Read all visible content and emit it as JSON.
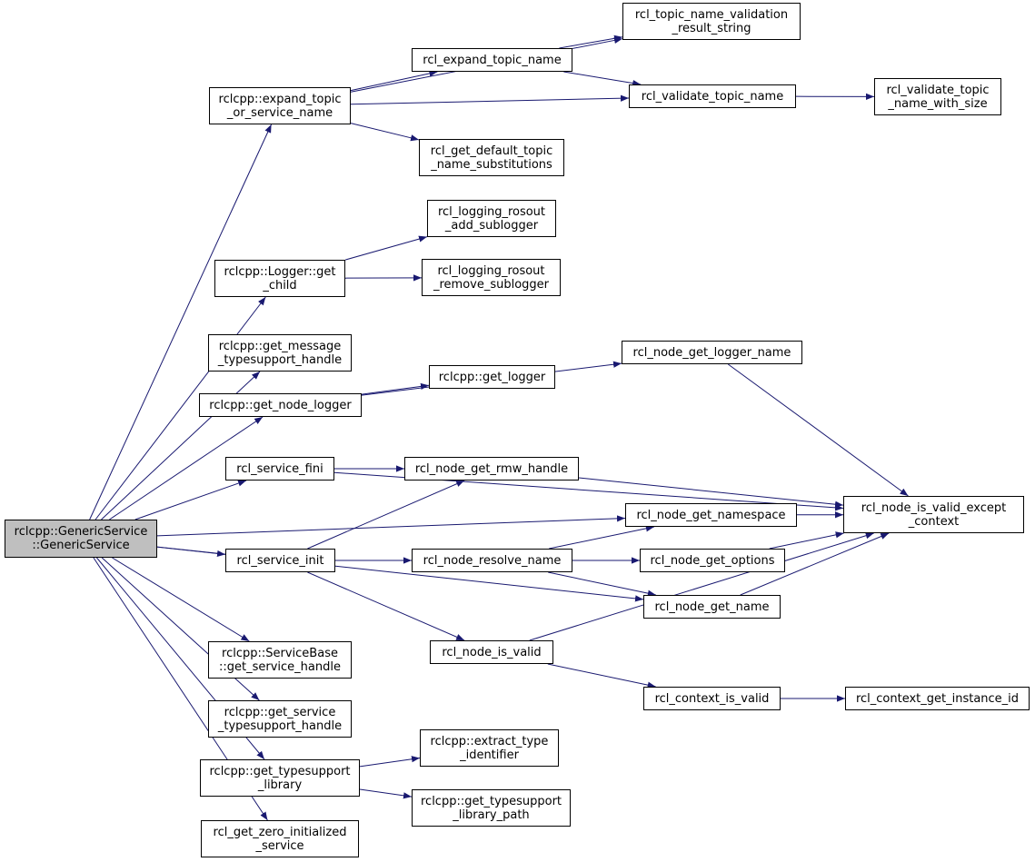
{
  "nodes": [
    {
      "id": "root",
      "lines": [
        "rclcpp::GenericService",
        "::GenericService"
      ],
      "root": true
    },
    {
      "id": "expand_topic_or_service_name",
      "lines": [
        "rclcpp::expand_topic",
        "_or_service_name"
      ]
    },
    {
      "id": "rcl_expand_topic_name",
      "lines": [
        "rcl_expand_topic_name"
      ]
    },
    {
      "id": "rcl_topic_name_validation_result_string",
      "lines": [
        "rcl_topic_name_validation",
        "_result_string"
      ]
    },
    {
      "id": "rcl_validate_topic_name",
      "lines": [
        "rcl_validate_topic_name"
      ]
    },
    {
      "id": "rcl_validate_topic_name_with_size",
      "lines": [
        "rcl_validate_topic",
        "_name_with_size"
      ]
    },
    {
      "id": "rcl_get_default_topic_name_substitutions",
      "lines": [
        "rcl_get_default_topic",
        "_name_substitutions"
      ]
    },
    {
      "id": "logger_get_child",
      "lines": [
        "rclcpp::Logger::get",
        "_child"
      ]
    },
    {
      "id": "rcl_logging_rosout_add_sublogger",
      "lines": [
        "rcl_logging_rosout",
        "_add_sublogger"
      ]
    },
    {
      "id": "rcl_logging_rosout_remove_sublogger",
      "lines": [
        "rcl_logging_rosout",
        "_remove_sublogger"
      ]
    },
    {
      "id": "get_message_typesupport_handle",
      "lines": [
        "rclcpp::get_message",
        "_typesupport_handle"
      ]
    },
    {
      "id": "get_node_logger",
      "lines": [
        "rclcpp::get_node_logger"
      ]
    },
    {
      "id": "rcl_node_get_logger_name",
      "lines": [
        "rcl_node_get_logger_name"
      ]
    },
    {
      "id": "get_logger",
      "lines": [
        "rclcpp::get_logger"
      ]
    },
    {
      "id": "rcl_service_fini",
      "lines": [
        "rcl_service_fini"
      ]
    },
    {
      "id": "rcl_node_get_rmw_handle",
      "lines": [
        "rcl_node_get_rmw_handle"
      ]
    },
    {
      "id": "rcl_node_is_valid_except_context",
      "lines": [
        "rcl_node_is_valid_except",
        "_context"
      ]
    },
    {
      "id": "rcl_node_get_namespace",
      "lines": [
        "rcl_node_get_namespace"
      ]
    },
    {
      "id": "rcl_service_init",
      "lines": [
        "rcl_service_init"
      ]
    },
    {
      "id": "rcl_node_resolve_name",
      "lines": [
        "rcl_node_resolve_name"
      ]
    },
    {
      "id": "rcl_node_get_options",
      "lines": [
        "rcl_node_get_options"
      ]
    },
    {
      "id": "rcl_node_get_name",
      "lines": [
        "rcl_node_get_name"
      ]
    },
    {
      "id": "rcl_node_is_valid",
      "lines": [
        "rcl_node_is_valid"
      ]
    },
    {
      "id": "rcl_context_is_valid",
      "lines": [
        "rcl_context_is_valid"
      ]
    },
    {
      "id": "rcl_context_get_instance_id",
      "lines": [
        "rcl_context_get_instance_id"
      ]
    },
    {
      "id": "service_base_get_service_handle",
      "lines": [
        "rclcpp::ServiceBase",
        "::get_service_handle"
      ]
    },
    {
      "id": "get_service_typesupport_handle",
      "lines": [
        "rclcpp::get_service",
        "_typesupport_handle"
      ]
    },
    {
      "id": "get_typesupport_library",
      "lines": [
        "rclcpp::get_typesupport",
        "_library"
      ]
    },
    {
      "id": "extract_type_identifier",
      "lines": [
        "rclcpp::extract_type",
        "_identifier"
      ]
    },
    {
      "id": "get_typesupport_library_path",
      "lines": [
        "rclcpp::get_typesupport",
        "_library_path"
      ]
    },
    {
      "id": "rcl_get_zero_initialized_service",
      "lines": [
        "rcl_get_zero_initialized",
        "_service"
      ]
    }
  ],
  "edges": [
    [
      "root",
      "expand_topic_or_service_name"
    ],
    [
      "root",
      "logger_get_child"
    ],
    [
      "root",
      "get_message_typesupport_handle"
    ],
    [
      "root",
      "get_node_logger"
    ],
    [
      "root",
      "rcl_service_fini"
    ],
    [
      "root",
      "rcl_node_get_namespace"
    ],
    [
      "root",
      "rcl_service_init"
    ],
    [
      "root",
      "rcl_node_get_name"
    ],
    [
      "root",
      "service_base_get_service_handle"
    ],
    [
      "root",
      "get_service_typesupport_handle"
    ],
    [
      "root",
      "get_typesupport_library"
    ],
    [
      "root",
      "rcl_get_zero_initialized_service"
    ],
    [
      "expand_topic_or_service_name",
      "rcl_topic_name_validation_result_string"
    ],
    [
      "expand_topic_or_service_name",
      "rcl_expand_topic_name"
    ],
    [
      "expand_topic_or_service_name",
      "rcl_validate_topic_name"
    ],
    [
      "expand_topic_or_service_name",
      "rcl_get_default_topic_name_substitutions"
    ],
    [
      "rcl_expand_topic_name",
      "rcl_topic_name_validation_result_string"
    ],
    [
      "rcl_expand_topic_name",
      "rcl_validate_topic_name"
    ],
    [
      "rcl_validate_topic_name",
      "rcl_validate_topic_name_with_size"
    ],
    [
      "logger_get_child",
      "rcl_logging_rosout_add_sublogger"
    ],
    [
      "logger_get_child",
      "rcl_logging_rosout_remove_sublogger"
    ],
    [
      "get_node_logger",
      "rcl_node_get_logger_name"
    ],
    [
      "get_node_logger",
      "get_logger"
    ],
    [
      "rcl_node_get_logger_name",
      "rcl_node_is_valid_except_context"
    ],
    [
      "rcl_service_fini",
      "rcl_node_get_rmw_handle"
    ],
    [
      "rcl_service_fini",
      "rcl_node_is_valid_except_context"
    ],
    [
      "rcl_node_get_rmw_handle",
      "rcl_node_is_valid_except_context"
    ],
    [
      "rcl_node_get_namespace",
      "rcl_node_is_valid_except_context"
    ],
    [
      "rcl_service_init",
      "rcl_node_get_rmw_handle"
    ],
    [
      "rcl_service_init",
      "rcl_node_resolve_name"
    ],
    [
      "rcl_service_init",
      "rcl_node_is_valid"
    ],
    [
      "rcl_node_resolve_name",
      "rcl_node_get_namespace"
    ],
    [
      "rcl_node_resolve_name",
      "rcl_node_get_options"
    ],
    [
      "rcl_node_resolve_name",
      "rcl_node_get_name"
    ],
    [
      "rcl_node_get_options",
      "rcl_node_is_valid_except_context"
    ],
    [
      "rcl_node_get_name",
      "rcl_node_is_valid_except_context"
    ],
    [
      "rcl_node_is_valid",
      "rcl_node_is_valid_except_context"
    ],
    [
      "rcl_node_is_valid",
      "rcl_context_is_valid"
    ],
    [
      "rcl_context_is_valid",
      "rcl_context_get_instance_id"
    ],
    [
      "get_typesupport_library",
      "extract_type_identifier"
    ],
    [
      "get_typesupport_library",
      "get_typesupport_library_path"
    ]
  ]
}
